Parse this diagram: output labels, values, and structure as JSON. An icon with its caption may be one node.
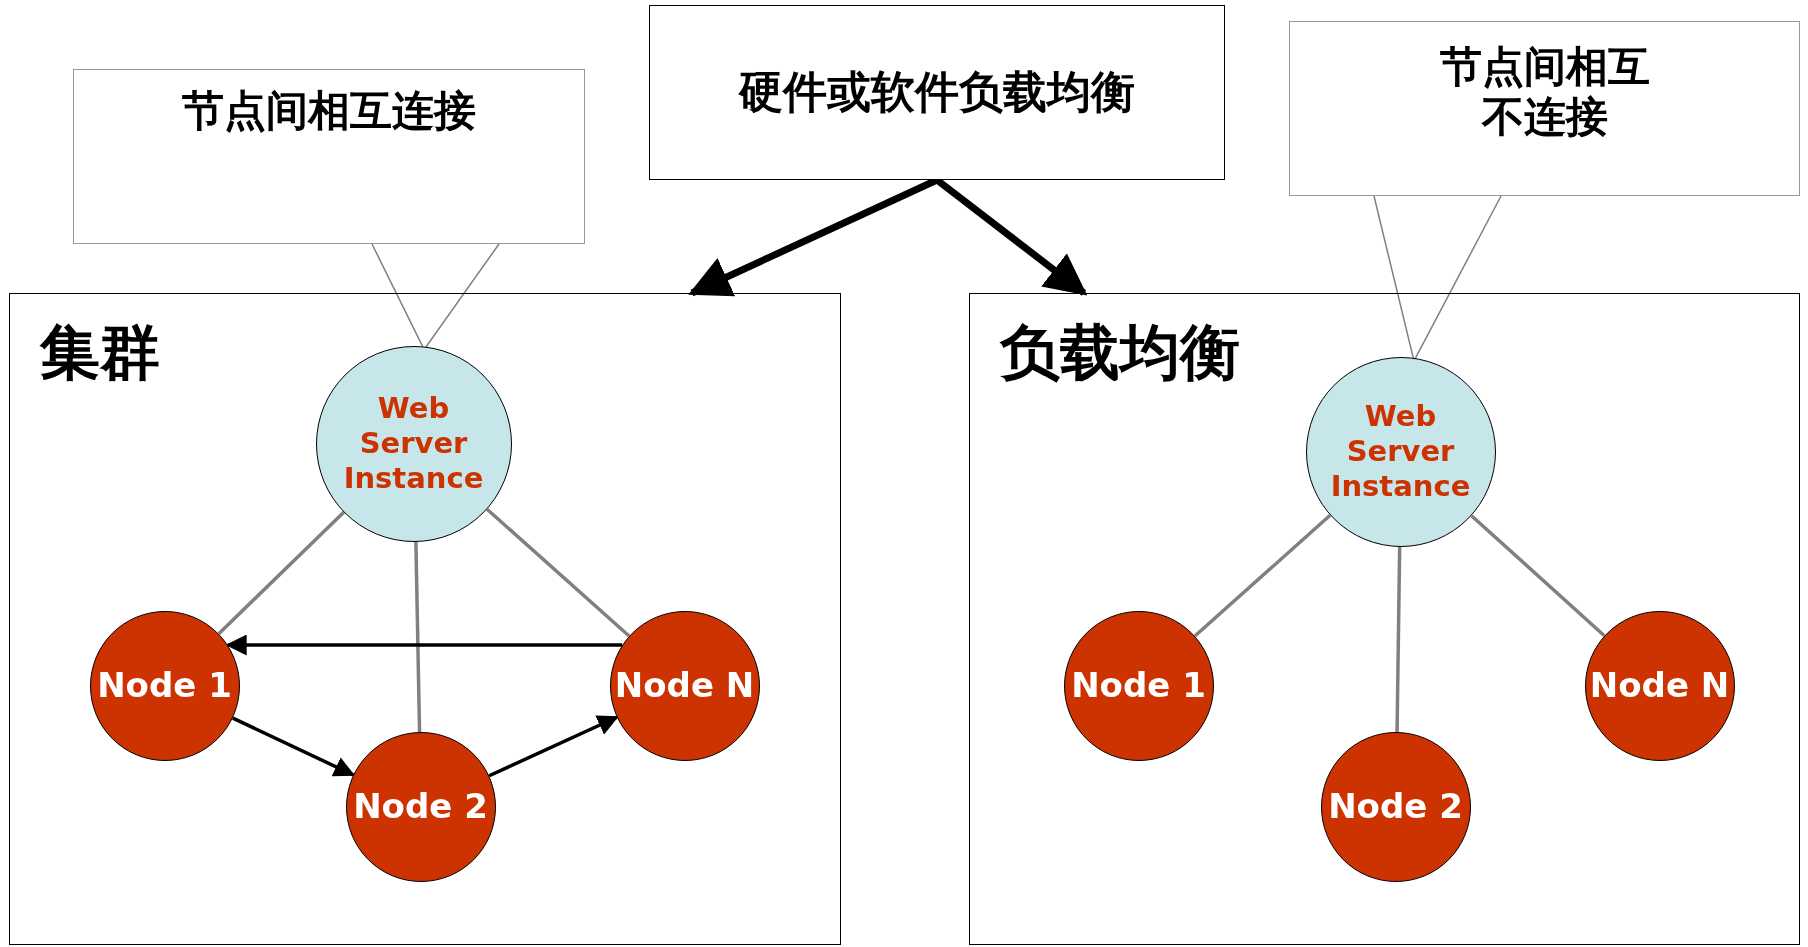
{
  "diagram": {
    "nodes": [
      {
        "text": [
          "硬件或软件负载均衡"
        ]
      },
      {
        "text": [
          "节点间相互连接"
        ]
      },
      {
        "text": [
          "节点间相互不连接"
        ]
      },
      {
        "text": [
          "集群"
        ]
      },
      {
        "text": [
          "Web Server Instance"
        ],
        "in": 3
      },
      {
        "text": [
          "Node 1"
        ],
        "in": 3
      },
      {
        "text": [
          "Node 2"
        ],
        "in": 3
      },
      {
        "text": [
          "Node N"
        ],
        "in": 3
      },
      {
        "text": [
          "负载均衡"
        ]
      },
      {
        "text": [
          "Web Server Instance"
        ],
        "in": 8
      },
      {
        "text": [
          "Node 1"
        ],
        "in": 8
      },
      {
        "text": [
          "Node 2"
        ],
        "in": 8
      },
      {
        "text": [
          "Node N"
        ],
        "in": 8
      }
    ],
    "edges": [
      {
        "from": 0,
        "to": 3,
        "arrow": "to",
        "style": "thick",
        "color": "#000000"
      },
      {
        "from": 0,
        "to": 8,
        "arrow": "to",
        "style": "thick",
        "color": "#000000"
      },
      {
        "from": 1,
        "to": 4,
        "arrow": "none"
      },
      {
        "from": 2,
        "to": 9,
        "arrow": "none"
      },
      {
        "from": 4,
        "to": 5,
        "arrow": "none"
      },
      {
        "from": 4,
        "to": 6,
        "arrow": "none"
      },
      {
        "from": 4,
        "to": 7,
        "arrow": "none"
      },
      {
        "from": 7,
        "to": 5,
        "arrow": "to",
        "color": "#000000"
      },
      {
        "from": 5,
        "to": 6,
        "arrow": "to",
        "color": "#000000"
      },
      {
        "from": 6,
        "to": 7,
        "arrow": "to",
        "color": "#000000"
      },
      {
        "from": 9,
        "to": 10,
        "arrow": "none"
      },
      {
        "from": 9,
        "to": 11,
        "arrow": "none"
      },
      {
        "from": 9,
        "to": 12,
        "arrow": "none"
      }
    ]
  }
}
